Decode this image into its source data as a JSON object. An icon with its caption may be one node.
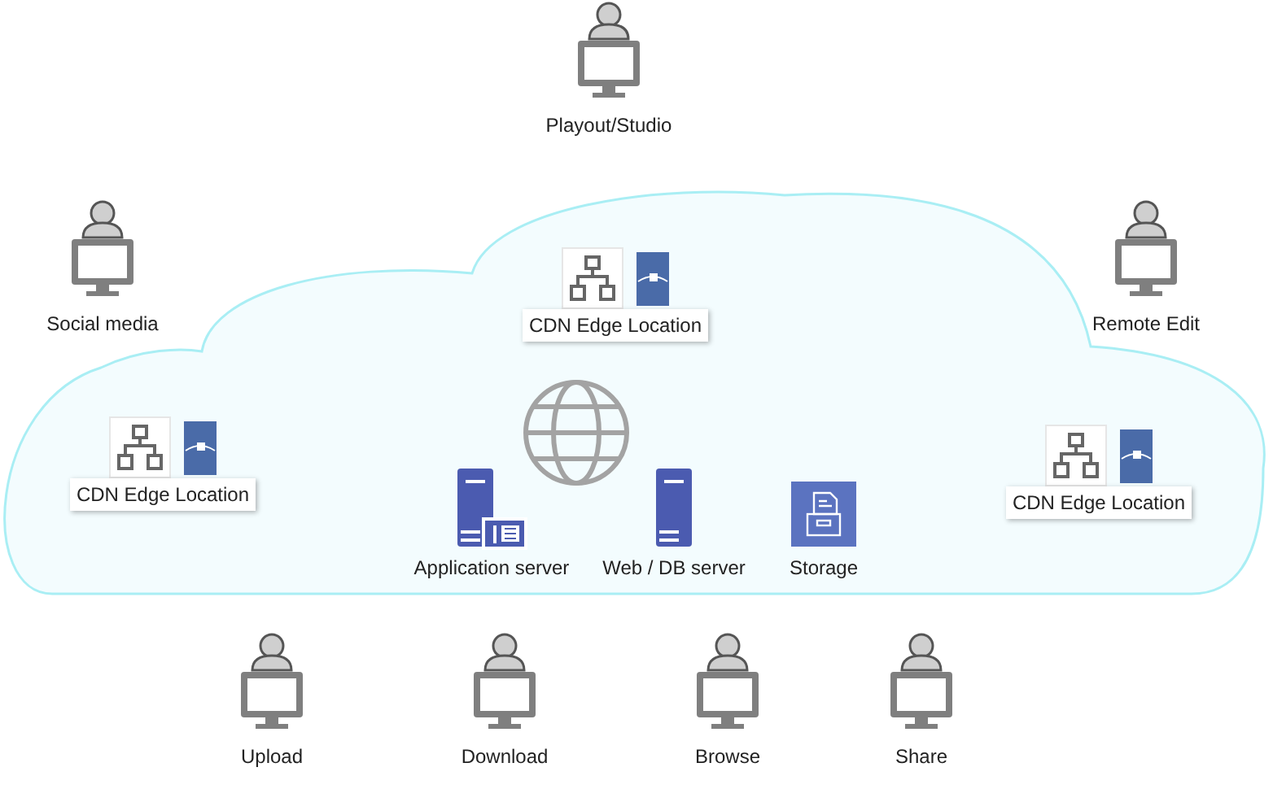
{
  "diagram": {
    "nodes": [
      {
        "text": [],
        "shape": "cloud"
      },
      {
        "text": [
          "Playout/Studio"
        ]
      },
      {
        "text": [
          "Social media"
        ]
      },
      {
        "text": [
          "CDN Edge Location"
        ],
        "in": 0
      },
      {
        "text": [
          "Remote Edit"
        ]
      },
      {
        "text": [
          "CDN Edge Location"
        ],
        "in": 0
      },
      {
        "text": [
          "CDN Edge Location"
        ],
        "in": 0
      },
      {
        "text": [
          "Application server"
        ],
        "in": 0
      },
      {
        "text": [
          "Web / DB server"
        ],
        "in": 0
      },
      {
        "text": [
          "Storage"
        ],
        "in": 0
      },
      {
        "text": [
          "Upload"
        ]
      },
      {
        "text": [
          "Download"
        ]
      },
      {
        "text": [
          "Browse"
        ]
      },
      {
        "text": [
          "Share"
        ]
      }
    ],
    "edges": []
  }
}
